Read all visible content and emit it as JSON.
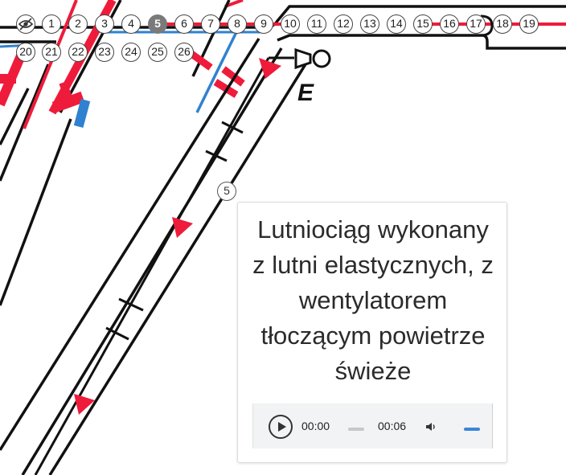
{
  "markers": {
    "row1": [
      "1",
      "2",
      "3",
      "4",
      "5",
      "6",
      "7",
      "8",
      "9",
      "10",
      "11",
      "12",
      "13",
      "14",
      "15",
      "16",
      "17",
      "18",
      "19"
    ],
    "row2": [
      "20",
      "21",
      "22",
      "23",
      "24",
      "25",
      "26"
    ],
    "active": "5"
  },
  "diagram": {
    "label_e": "E",
    "callout_marker": "5"
  },
  "popup": {
    "lines": [
      "Lutniociąg wykonany",
      "z lutni elastycznych, z",
      "wentylatorem",
      "tłoczącym powietrze",
      "świeże"
    ]
  },
  "audio": {
    "current_time": "00:00",
    "duration": "00:06"
  },
  "colors": {
    "red": "#ef1b3a",
    "blue": "#2f82d0",
    "line": "#111111",
    "marker_active": "#7a7a7a"
  }
}
